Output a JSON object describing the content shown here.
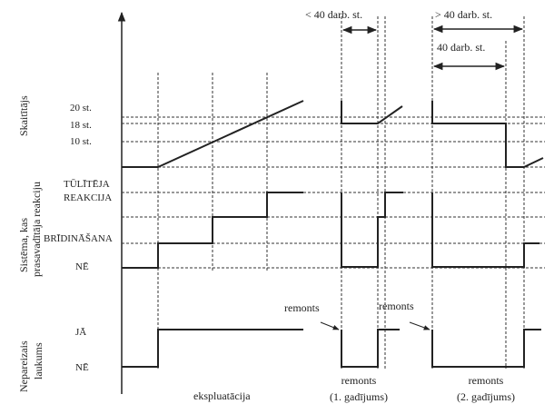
{
  "rows": {
    "counter": {
      "title": "Skaitītājs",
      "levels": [
        "20 st.",
        "18 st.",
        "10 st."
      ]
    },
    "system": {
      "title_line1": "Sistēma, kas",
      "title_line2": "prasavadītāja reakciju",
      "levels": [
        "TŪLĪTĒJA",
        "REAKCIJA",
        "BRĪDINĀŠANA",
        "NĒ"
      ]
    },
    "area": {
      "title_line1": "Nepareizais",
      "title_line2": "laukums",
      "levels": [
        "JĀ",
        "NĒ"
      ]
    }
  },
  "annotations": {
    "less_40": "< 40 darb. st.",
    "more_40": "> 40 darb. st.",
    "exact_40": "40 darb. st.",
    "repair_1": "remonts",
    "repair_2": "remonts"
  },
  "bottom": {
    "operation": "ekspluatācija",
    "case1_line1": "remonts",
    "case1_line2": "(1. gadījums)",
    "case2_line1": "remonts",
    "case2_line2": "(2. gadījums)"
  }
}
